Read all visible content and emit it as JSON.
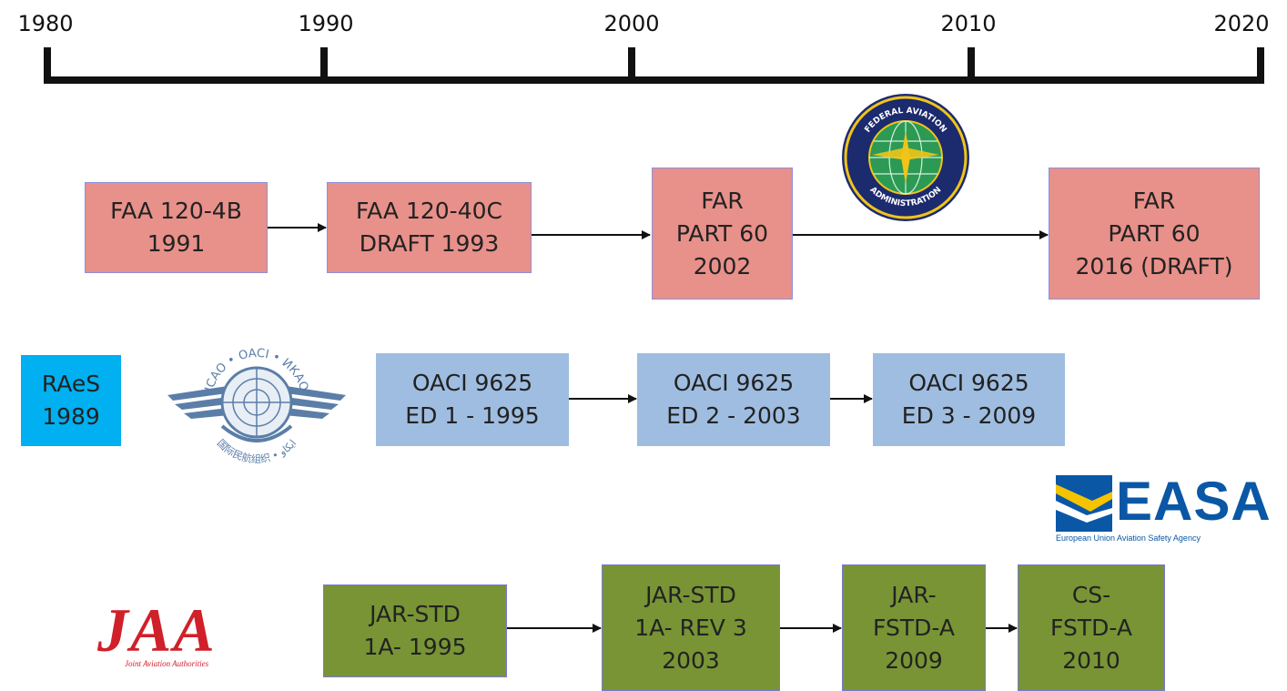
{
  "timeline": {
    "years": [
      "1980",
      "1990",
      "2000",
      "2010",
      "2020"
    ]
  },
  "faa": {
    "boxes": [
      [
        "FAA 120-4B",
        "1991"
      ],
      [
        "FAA 120-40C",
        "DRAFT 1993"
      ],
      [
        "FAR",
        "PART 60",
        "2002"
      ],
      [
        "FAR",
        "PART 60",
        "2016 (DRAFT)"
      ]
    ],
    "logo": {
      "top_text": "FEDERAL AVIATION",
      "bottom_text": "ADMINISTRATION"
    }
  },
  "icao": {
    "raes": [
      "RAeS",
      "1989"
    ],
    "boxes": [
      [
        "OACI 9625",
        "ED 1 - 1995"
      ],
      [
        "OACI 9625",
        "ED 2 - 2003"
      ],
      [
        "OACI 9625",
        "ED 3 - 2009"
      ]
    ],
    "logo": {
      "top_text": "ICAO • OACI • ИКАО",
      "bottom_text": "国际民航组织 • ايكاو"
    }
  },
  "easa": {
    "logo": {
      "name": "EASA",
      "tagline": "European Union Aviation Safety Agency"
    }
  },
  "jaa": {
    "boxes": [
      [
        "JAR-STD",
        "1A- 1995"
      ],
      [
        "JAR-STD",
        "1A- REV 3",
        "2003"
      ],
      [
        "JAR-",
        "FSTD-A",
        "2009"
      ],
      [
        "CS-",
        "FSTD-A",
        "2010"
      ]
    ],
    "logo": {
      "name": "JAA",
      "tagline": "Joint Aviation Authorities"
    }
  },
  "colors": {
    "faa_box": "#e8908a",
    "icao_box": "#9fbde0",
    "raes_box": "#00b0f0",
    "jaa_box": "#789435",
    "jaa_logo": "#d0202a",
    "easa_blue": "#0a57a6",
    "easa_yellow": "#f5c300"
  }
}
